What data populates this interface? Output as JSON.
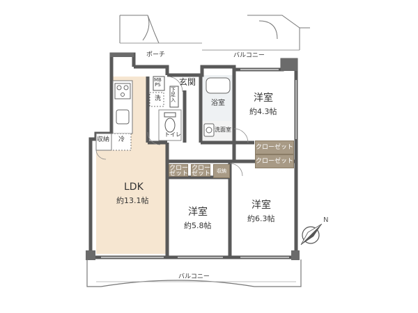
{
  "porch": "ポーチ",
  "balcony_top": "バルコニー",
  "balcony_bottom": "バルコニー",
  "mbps": [
    "MB",
    "PS"
  ],
  "entrance": "玄関",
  "shoe_storage": [
    "下",
    "足",
    "入"
  ],
  "washer": "洗",
  "bath": "浴室",
  "washroom": "洗面室",
  "toilet": "トイレ",
  "storage_left": "収納",
  "fridge": "冷",
  "ldk": {
    "name": "LDK",
    "area": "約13.1帖"
  },
  "bedroom_ne": {
    "name": "洋室",
    "area": "約4.3帖"
  },
  "bedroom_c": {
    "name": "洋室",
    "area": "約5.8帖"
  },
  "bedroom_e": {
    "name": "洋室",
    "area": "約6.3帖"
  },
  "closet_1": "クローゼット",
  "closet_2": "クローゼット",
  "small_closet_1": [
    "クロー",
    "ゼット"
  ],
  "small_closet_2": [
    "クロー",
    "ゼット"
  ],
  "storage_mid": "収納",
  "compass_mark": "N",
  "colors": {
    "wall": "#595959",
    "ldk_floor": "#f6e6d1",
    "closet": "#a89a85"
  }
}
